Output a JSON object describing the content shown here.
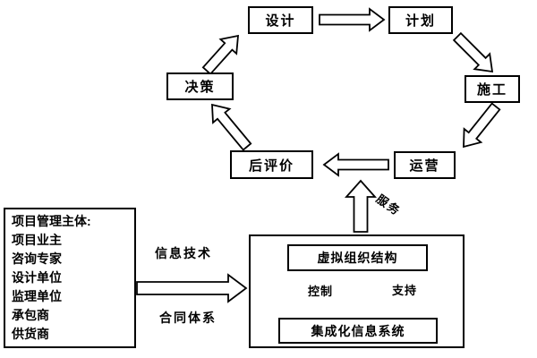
{
  "cycle": {
    "design": "设计",
    "plan": "计划",
    "construction": "施工",
    "operation": "运营",
    "post_evaluation": "后评价",
    "decision": "决策"
  },
  "stakeholders": {
    "title": "项目管理主体:",
    "items": [
      "项目业主",
      "咨询专家",
      "设计单位",
      "监理单位",
      "承包商",
      "供货商"
    ]
  },
  "labels": {
    "info_tech": "信息技术",
    "contract_system": "合同体系",
    "service": "服务",
    "control": "控制",
    "support": "支持"
  },
  "system": {
    "virtual_org": "虚拟组织结构",
    "integrated_info": "集成化信息系统"
  },
  "colors": {
    "border": "#000000",
    "background": "#ffffff",
    "text": "#000000"
  }
}
